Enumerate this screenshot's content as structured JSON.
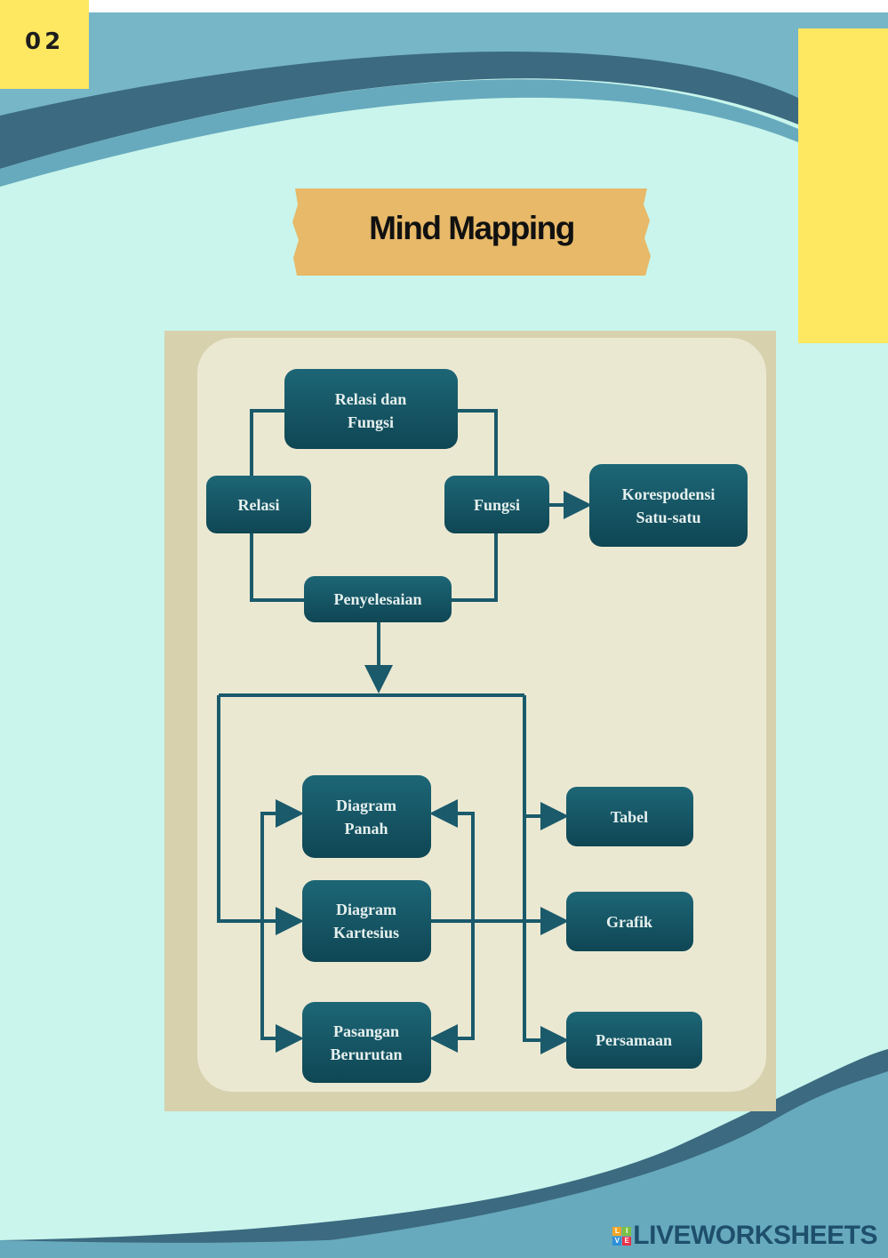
{
  "page_number": "02",
  "title": "Mind Mapping",
  "diagram": {
    "nodes": {
      "relasi_dan_fungsi": [
        "Relasi dan",
        "Fungsi"
      ],
      "relasi": "Relasi",
      "fungsi": "Fungsi",
      "korespondensi": [
        "Korespodensi",
        "Satu-satu"
      ],
      "penyelesaian": "Penyelesaian",
      "diagram_panah": [
        "Diagram",
        "Panah"
      ],
      "diagram_kartesius": [
        "Diagram",
        "Kartesius"
      ],
      "pasangan_berurutan": [
        "Pasangan",
        "Berurutan"
      ],
      "tabel": "Tabel",
      "grafik": "Grafik",
      "persamaan": "Persamaan"
    }
  },
  "footer": {
    "brand": "LIVEWORKSHEETS",
    "logo_letters": [
      "L",
      "I",
      "V",
      "E"
    ]
  },
  "colors": {
    "background": "#c9f5ec",
    "yellow": "#fee761",
    "wave_light": "#76b6c6",
    "wave_dark": "#3c6a80",
    "node": "#13515f",
    "panel": "#e6e3c6"
  }
}
